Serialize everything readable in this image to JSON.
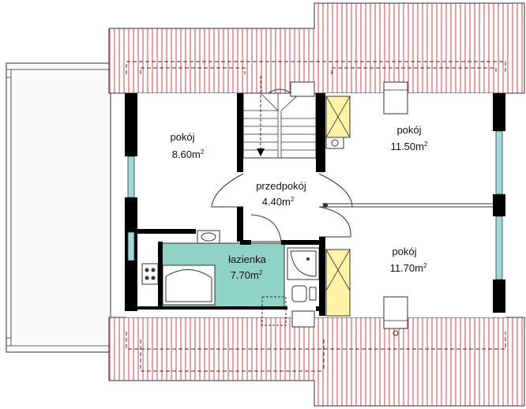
{
  "rooms": [
    {
      "id": "room-nw",
      "label": "pokój",
      "area": "8.60m",
      "unit_exp": "2"
    },
    {
      "id": "room-ne",
      "label": "pokój",
      "area": "11.50m",
      "unit_exp": "2"
    },
    {
      "id": "hallway",
      "label": "przedpokój",
      "area": "4.40m",
      "unit_exp": "2"
    },
    {
      "id": "bathroom",
      "label": "łazienka",
      "area": "7.70m",
      "unit_exp": "2"
    },
    {
      "id": "room-se",
      "label": "pokój",
      "area": "11.70m",
      "unit_exp": "2"
    }
  ],
  "colors": {
    "roof_hatch": "#e0606a",
    "bathroom_fill": "#8fd3c6",
    "kitchen_fill": "#fff3a8",
    "wall": "#000000",
    "window": "#9fd9d9",
    "terrace": "#ffffff"
  }
}
